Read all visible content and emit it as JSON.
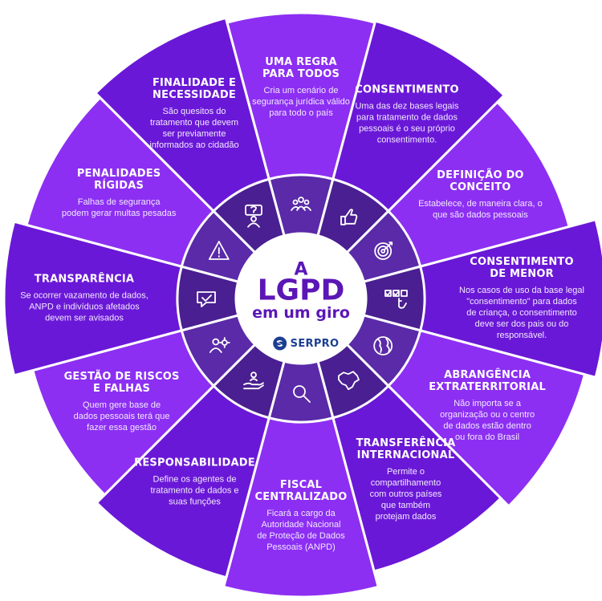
{
  "colors": {
    "segment_light": "#8c2ff2",
    "segment_dark": "#6a18d7",
    "ring": "#5a2aa8",
    "ring_alt": "#4a1f91",
    "center_bg": "#ffffff",
    "center_text": "#5b16b6",
    "logo_blue": "#1c3f94"
  },
  "center": {
    "line1": "A",
    "line2": "LGPD",
    "line3": "em um giro",
    "logo_text": "SERPRO"
  },
  "segments": [
    {
      "title": "UMA REGRA\nPARA TODOS",
      "description": "Cria um cenário de\nsegurança jurídica válido\npara todo o país",
      "icon": "people-group-icon"
    },
    {
      "title": "CONSENTIMENTO",
      "description": "Uma das dez bases legais\npara tratamento de dados\npessoais é o seu próprio\nconsentimento.",
      "icon": "thumbs-up-icon"
    },
    {
      "title": "DEFINIÇÃO DO\nCONCEITO",
      "description": "Estabelece, de maneira clara, o\nque são dados pessoais",
      "icon": "target-icon"
    },
    {
      "title": "CONSENTIMENTO\nDE MENOR",
      "description": "Nos casos de uso da base legal\n\"consentimento\" para dados\nde criança, o consentimento\ndeve ser dos pais ou do\nresponsável.",
      "icon": "checklist-hand-icon"
    },
    {
      "title": "ABRANGÊNCIA\nEXTRATERRITORIAL",
      "description": "Não importa se a\norganização ou o centro\nde dados estão dentro\nou fora do Brasil",
      "icon": "globe-icon"
    },
    {
      "title": "TRANSFERÊNCIA\nINTERNACIONAL",
      "description": "Permite o\ncompartilhamento\ncom outros países\nque também\nprotejam dados",
      "icon": "brazil-map-icon"
    },
    {
      "title": "FISCAL\nCENTRALIZADO",
      "description": "Ficará a cargo da\nAutoridade Nacional\nde Proteção de Dados\nPessoais (ANPD)",
      "icon": "magnifier-icon"
    },
    {
      "title": "RESPONSABILIDADE",
      "description": "Define os agentes de\ntratamento de dados e\nsuas funções",
      "icon": "hand-person-icon"
    },
    {
      "title": "GESTÃO DE RISCOS\nE FALHAS",
      "description": "Quem gere base de\ndados pessoais terá que\nfazer essa gestão",
      "icon": "person-gear-icon"
    },
    {
      "title": "TRANSPARÊNCIA",
      "description": "Se ocorrer vazamento de dados,\nANPD e indivíduos afetados\ndevem ser avisados",
      "icon": "chat-check-icon"
    },
    {
      "title": "PENALIDADES\nRÍGIDAS",
      "description": "Falhas de segurança\npodem gerar multas pesadas",
      "icon": "warning-icon"
    },
    {
      "title": "FINALIDADE E\nNECESSIDADE",
      "description": "São quesitos do\ntratamento que devem\nser previamente\ninformados ao cidadão",
      "icon": "question-person-icon"
    }
  ]
}
